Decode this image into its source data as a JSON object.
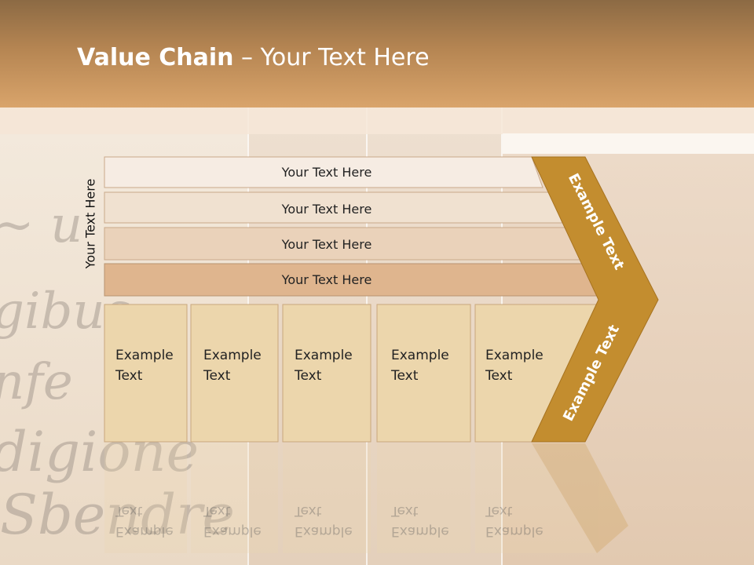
{
  "title": {
    "bold": "Value Chain",
    "rest": " – Your Text Here"
  },
  "side_label": "Your Text Here",
  "rows": [
    {
      "label": "Your Text Here",
      "color": "#f6ece3"
    },
    {
      "label": "Your Text Here",
      "color": "#f0e1d0"
    },
    {
      "label": "Your Text Here",
      "color": "#ead2ba"
    },
    {
      "label": "Your Text Here",
      "color": "#dfb58e"
    }
  ],
  "boxes": [
    {
      "line1": "Example",
      "line2": "Text"
    },
    {
      "line1": "Example",
      "line2": "Text"
    },
    {
      "line1": "Example",
      "line2": "Text"
    },
    {
      "line1": "Example",
      "line2": "Text"
    },
    {
      "line1": "Example",
      "line2": "Text"
    }
  ],
  "arrow": {
    "upper": "Example Text",
    "lower": "Example Text",
    "color": "#c38d2f"
  },
  "colors": {
    "box_fill": "#ecd6ac",
    "box_stroke": "#c9a77c",
    "header": "#b58552"
  }
}
